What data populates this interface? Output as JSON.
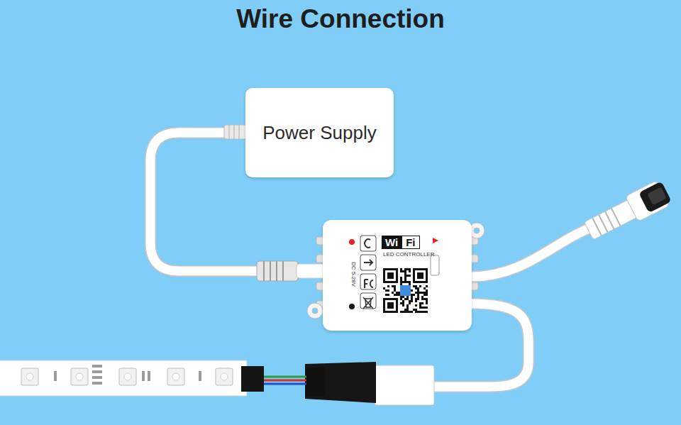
{
  "diagram": {
    "title": "Wire Connection",
    "nodes": [
      {
        "text": [
          "Power Supply"
        ]
      },
      {
        "text": [
          "Wi",
          "Fi",
          "LED CONTROLLER",
          "DC 5-28V"
        ]
      }
    ],
    "edges": [
      {
        "from": 0,
        "to": 1,
        "arrow": "none"
      }
    ]
  }
}
